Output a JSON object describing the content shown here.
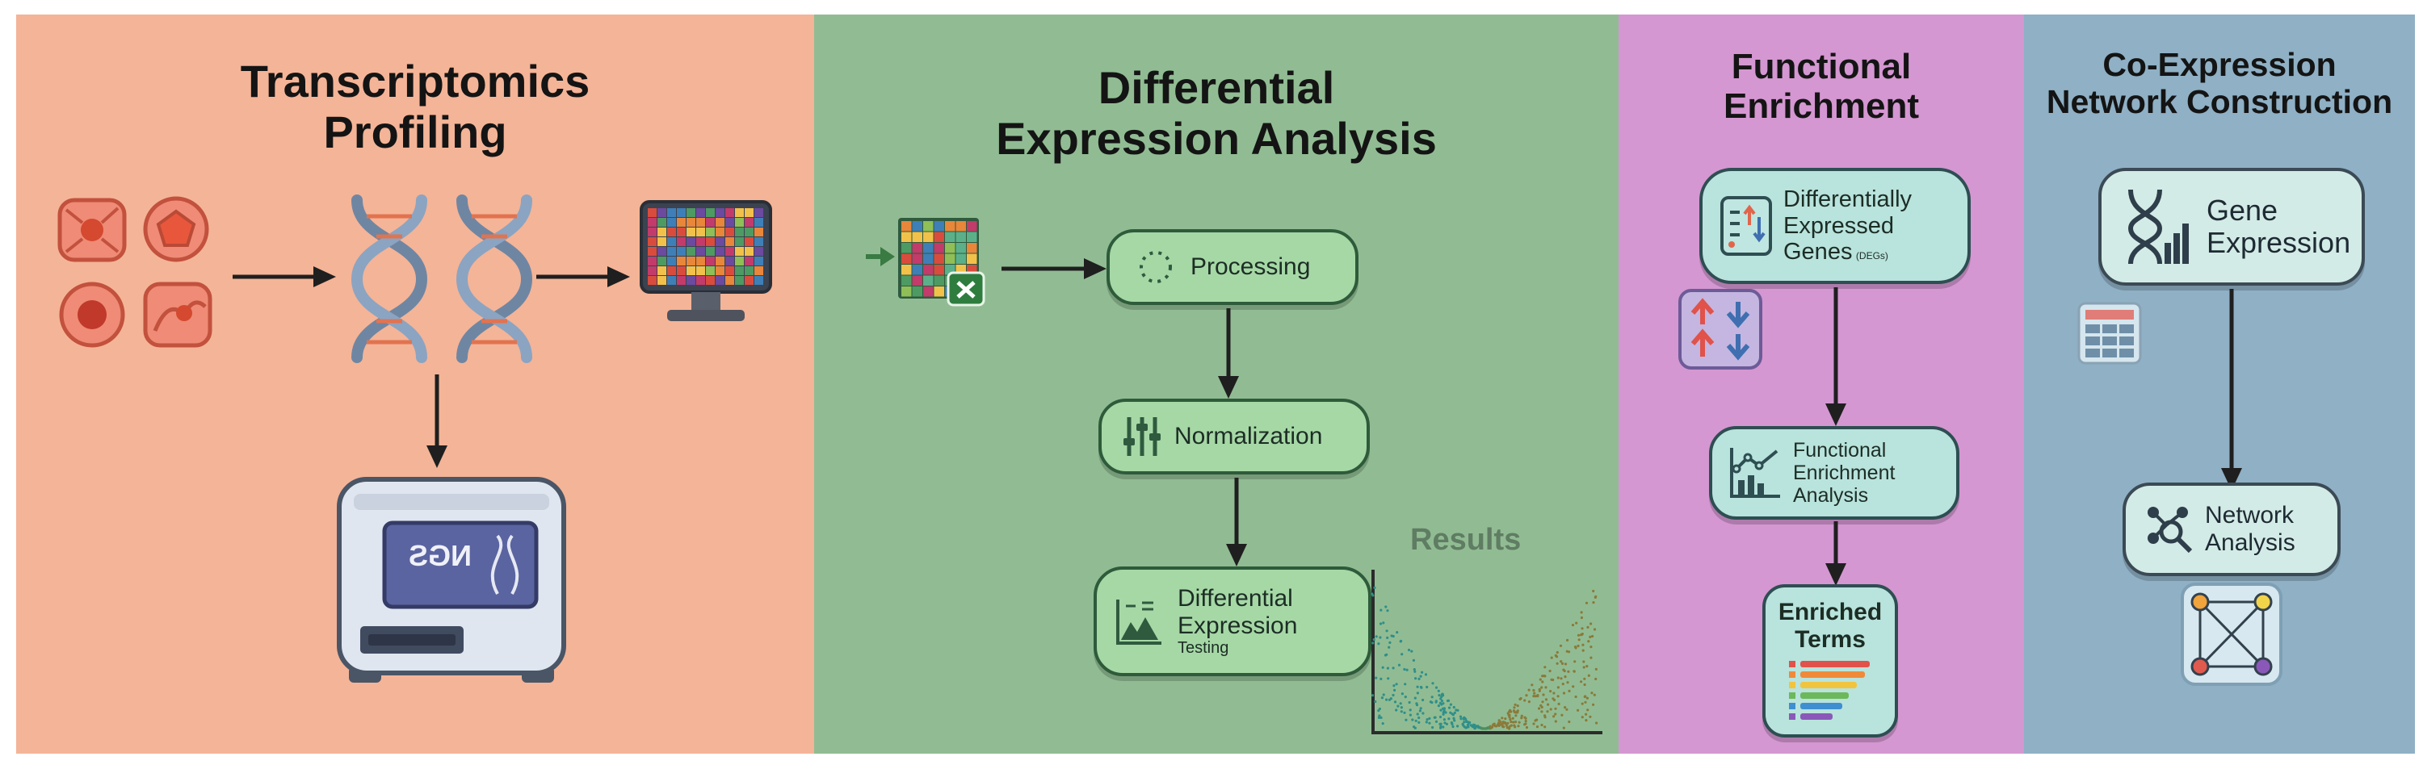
{
  "panels": {
    "transcriptomics": {
      "title_line1": "Transcriptomics",
      "title_line2": "Profiling",
      "sequencer_label": "NGS",
      "color": "#f4b497"
    },
    "differential": {
      "title_line1": "Differential",
      "title_line2": "Expression Analysis",
      "processing": "Processing",
      "normalization": "Normalization",
      "testing_line1": "Differential",
      "testing_line2": "Expression",
      "testing_line3": "Testing",
      "results": "Results",
      "color": "#91bc93"
    },
    "enrichment": {
      "title_line1": "Functional",
      "title_line2": "Enrichment",
      "deg_line1": "Differentially",
      "deg_line2": "Expressed",
      "deg_line3": "Genes",
      "deg_abbr": "(DEGs)",
      "analysis_line1": "Functional",
      "analysis_line2": "Enrichment",
      "analysis_line3": "Analysis",
      "terms_line1": "Enriched",
      "terms_line2": "Terms",
      "color": "#d497d1"
    },
    "coexpression": {
      "title_line1": "Co-Expression",
      "title_line2": "Network Construction",
      "gene_line1": "Gene",
      "gene_line2": "Expression",
      "network_line1": "Network",
      "network_line2": "Analysis",
      "color": "#8fb0c5"
    }
  },
  "icons": [
    "cell-icon",
    "dna-helix-icon",
    "monitor-heatmap-icon",
    "sequencer-icon",
    "spreadsheet-icon",
    "dotted-circle-icon",
    "sliders-icon",
    "chart-icon",
    "volcano-plot",
    "arrows-up-down-icon",
    "trend-icon",
    "bar-list-icon",
    "table-icon",
    "network-search-icon",
    "network-graph-icon"
  ]
}
